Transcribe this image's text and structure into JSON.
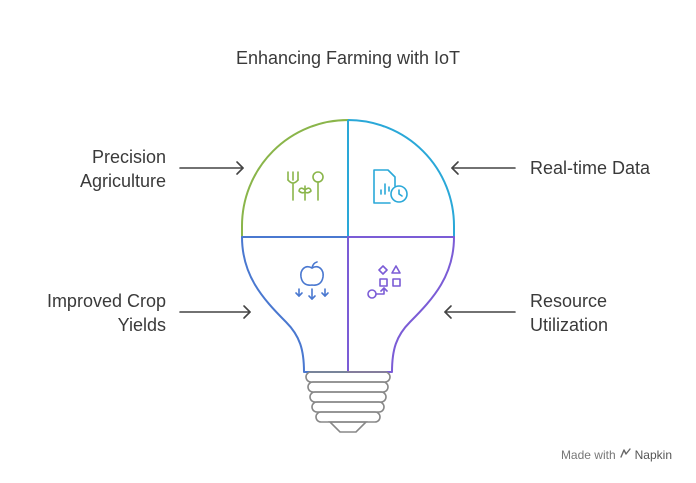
{
  "title": "Enhancing Farming with IoT",
  "labels": {
    "precision": [
      "Precision",
      "Agriculture"
    ],
    "realtime": [
      "Real-time Data"
    ],
    "crop": [
      "Improved Crop",
      "Yields"
    ],
    "resource": [
      "Resource",
      "Utilization"
    ]
  },
  "footer": {
    "made_with": "Made with",
    "brand": "Napkin"
  },
  "colors": {
    "green": "#8ab54a",
    "cyan": "#2aa8d8",
    "blue": "#4a78d0",
    "purple": "#7b5cd6",
    "text": "#3a3a3a",
    "base_gray": "#888888"
  },
  "icons": {
    "top_left": "fork-spoon-sprout-icon",
    "top_right": "document-chart-clock-icon",
    "bottom_left": "apple-arrows-down-icon",
    "bottom_right": "shapes-flow-icon"
  }
}
